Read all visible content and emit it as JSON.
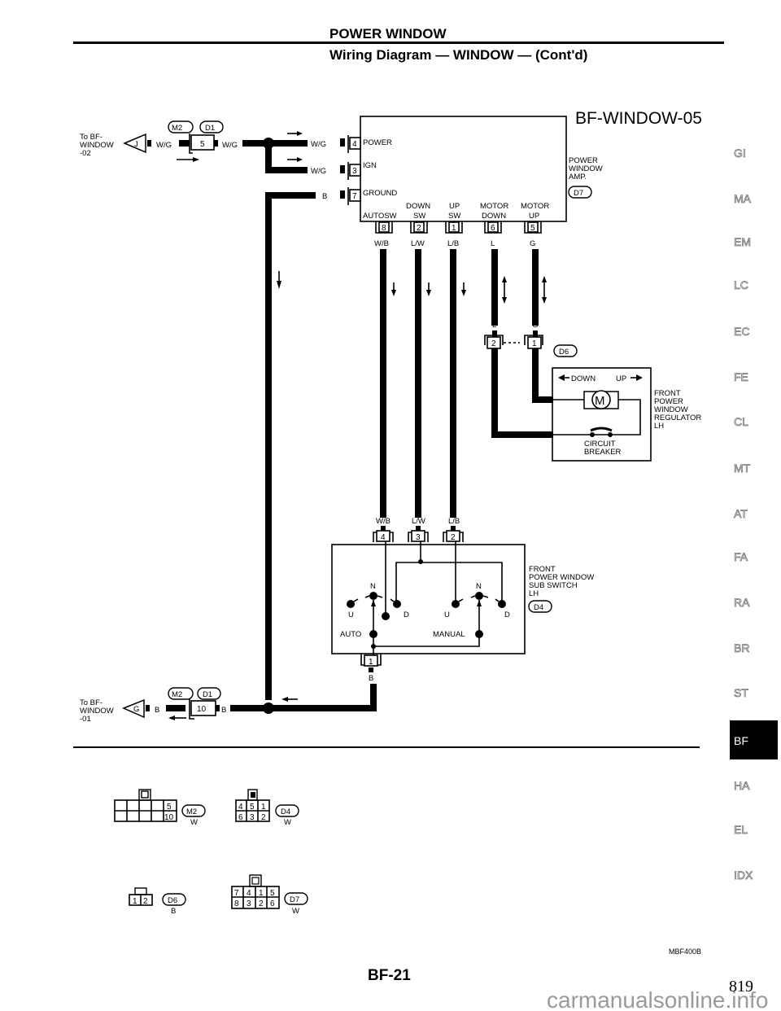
{
  "header": {
    "section": "POWER WINDOW",
    "subtitle": "Wiring Diagram — WINDOW — (Cont'd)"
  },
  "diagram_id": "BF-WINDOW-05",
  "connectors_top": {
    "to_label_1": "To BF-",
    "to_label_2": "WINDOW",
    "to_label_3": "-02",
    "terminal": "J",
    "wire_color": "W/G",
    "codes": [
      "M2",
      "D1"
    ],
    "pin": "5"
  },
  "connectors_bottom": {
    "to_label_1": "To BF-",
    "to_label_2": "WINDOW",
    "to_label_3": "-01",
    "terminal": "G",
    "wire_color": "B",
    "codes": [
      "M2",
      "D1"
    ],
    "pin": "10"
  },
  "amp": {
    "inputs": [
      {
        "pin": "4",
        "label": "POWER",
        "wire": "W/G"
      },
      {
        "pin": "3",
        "label": "IGN",
        "wire": "W/G"
      },
      {
        "pin": "7",
        "label": "GROUND",
        "wire": "B"
      }
    ],
    "outputs": [
      {
        "pin": "8",
        "label1": "",
        "label2": "AUTOSW",
        "wire": "W/B"
      },
      {
        "pin": "2",
        "label1": "DOWN",
        "label2": "SW",
        "wire": "L/W"
      },
      {
        "pin": "1",
        "label1": "UP",
        "label2": "SW",
        "wire": "L/B"
      },
      {
        "pin": "6",
        "label1": "MOTOR",
        "label2": "DOWN",
        "wire": "L"
      },
      {
        "pin": "5",
        "label1": "MOTOR",
        "label2": "UP",
        "wire": "G"
      }
    ],
    "name_1": "POWER",
    "name_2": "WINDOW",
    "name_3": "AMP.",
    "code": "D7"
  },
  "regulator": {
    "pins": [
      {
        "pin": "2",
        "wire": "L"
      },
      {
        "pin": "1",
        "wire": "G"
      }
    ],
    "code": "D6",
    "down_label": "DOWN",
    "up_label": "UP",
    "motor_label": "M",
    "breaker_1": "CIRCUIT",
    "breaker_2": "BREAKER",
    "name_1": "FRONT",
    "name_2": "POWER",
    "name_3": "WINDOW",
    "name_4": "REGULATOR",
    "name_5": "LH"
  },
  "subswitch": {
    "pins_top": [
      {
        "pin": "4",
        "wire": "W/B"
      },
      {
        "pin": "3",
        "wire": "L/W"
      },
      {
        "pin": "2",
        "wire": "L/B"
      }
    ],
    "pin_bottom": {
      "pin": "1",
      "wire": "B"
    },
    "n_label": "N",
    "u_label": "U",
    "d_label": "D",
    "auto_label": "AUTO",
    "manual_label": "MANUAL",
    "name_1": "FRONT",
    "name_2": "POWER WINDOW",
    "name_3": "SUB SWITCH",
    "name_4": "LH",
    "code": "D4"
  },
  "connector_views": [
    {
      "code": "M2",
      "color": "W",
      "pins": [
        "5",
        "10"
      ]
    },
    {
      "code": "D4",
      "color": "W",
      "pins": [
        "4",
        "5",
        "1",
        "6",
        "3",
        "2"
      ]
    },
    {
      "code": "D6",
      "color": "B",
      "pins": [
        "1",
        "2"
      ]
    },
    {
      "code": "D7",
      "color": "W",
      "pins": [
        "7",
        "4",
        "1",
        "5",
        "8",
        "3",
        "2",
        "6"
      ]
    }
  ],
  "side_tabs": [
    "GI",
    "MA",
    "EM",
    "LC",
    "EC",
    "FE",
    "CL",
    "MT",
    "AT",
    "FA",
    "RA",
    "BR",
    "ST",
    "BF",
    "HA",
    "EL",
    "IDX"
  ],
  "active_tab": "BF",
  "figure_code": "MBF400B",
  "page_label": "BF-21",
  "page_number": "819",
  "watermark": "carmanualsonline.info"
}
